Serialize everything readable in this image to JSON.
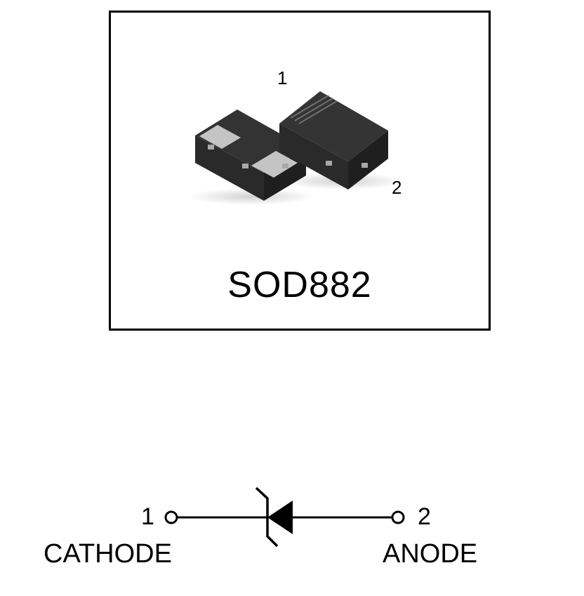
{
  "package": {
    "pin1_label": "1",
    "pin2_label": "2",
    "name": "SOD882"
  },
  "schematic": {
    "pin1_number": "1",
    "pin2_number": "2",
    "pin1_name": "CATHODE",
    "pin2_name": "ANODE",
    "symbol": "zener-diode"
  },
  "colors": {
    "body": "#2b2b2b",
    "pad": "#bfbfbf",
    "line": "#000000"
  }
}
